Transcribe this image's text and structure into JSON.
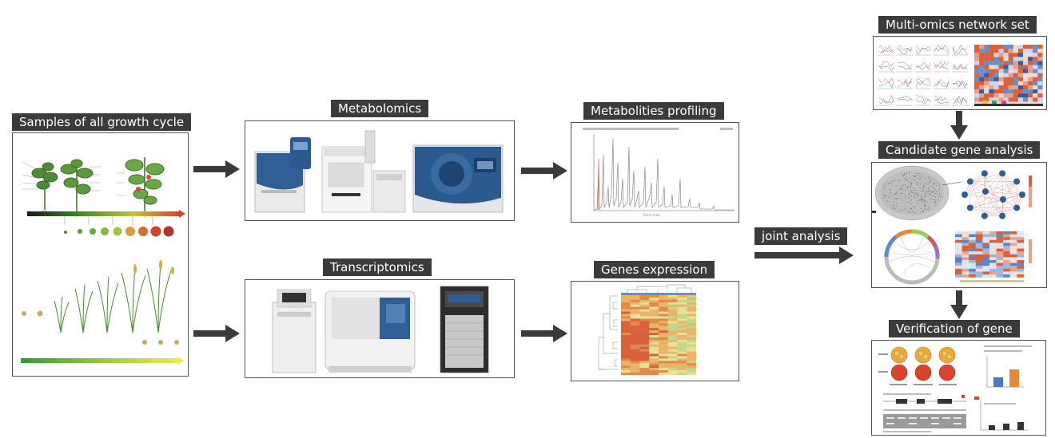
{
  "labels": {
    "samples": "Samples of all growth cycle",
    "metabolomics": "Metabolomics",
    "transcriptomics": "Transcriptomics",
    "metabolities_profiling": "Metabolities profiling",
    "genes_expression": "Genes expression",
    "joint_analysis": "joint analysis",
    "multiomics": "Multi-omics network set",
    "candidate": "Candidate gene analysis",
    "verification": "Verification of gene"
  },
  "colors": {
    "label_bg": "#3b3b3b",
    "arrow": "#3a3a3a",
    "instrument_blue": "#2f5f95",
    "heat_red": "#d9603b",
    "heat_yellow": "#e6e29a",
    "heat_green": "#9ac27a"
  }
}
